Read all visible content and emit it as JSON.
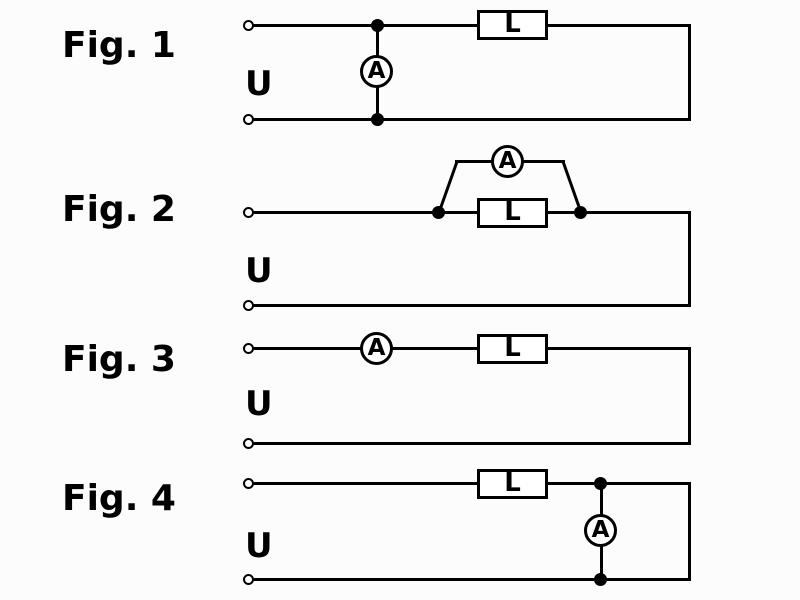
{
  "colors": {
    "ink": "#000000",
    "background": "#fcfcfc"
  },
  "figures": [
    {
      "label": "Fig. 1",
      "voltage_label": "U",
      "load_label": "L",
      "ammeter_label": "A"
    },
    {
      "label": "Fig. 2",
      "voltage_label": "U",
      "load_label": "L",
      "ammeter_label": "A"
    },
    {
      "label": "Fig. 3",
      "voltage_label": "U",
      "load_label": "L",
      "ammeter_label": "A"
    },
    {
      "label": "Fig. 4",
      "voltage_label": "U",
      "load_label": "L",
      "ammeter_label": "A"
    }
  ]
}
